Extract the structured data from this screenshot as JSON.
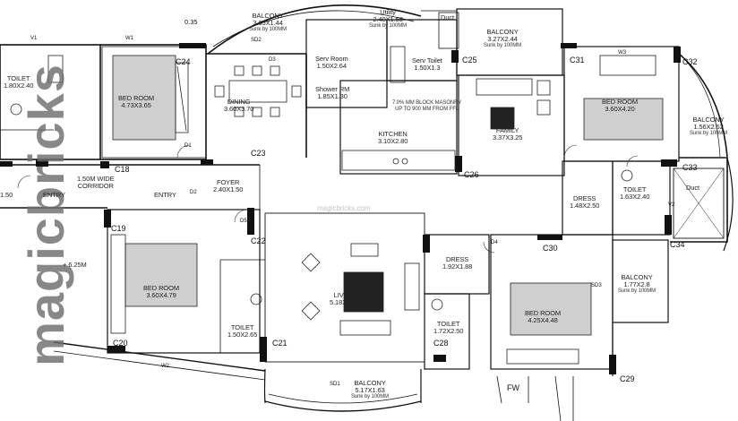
{
  "watermark": "magicbricks",
  "watermark_small": "magicbricks.com",
  "rooms": {
    "balcony_top": {
      "name": "BALCONY",
      "dim": "3.65X1.44",
      "note": "Sunk by 100MM"
    },
    "utility": {
      "name": "Utility",
      "dim": "2.40X1.58",
      "note": "Sunk by 100MM"
    },
    "duct_top": "Duct",
    "balcony_top_right": {
      "name": "BALCONY",
      "dim": "3.27X2.44",
      "note": "Sunk by 100MM"
    },
    "toilet1": {
      "name": "TOILET",
      "dim": "1.80X2.40"
    },
    "bedroom1": {
      "name": "BED ROOM",
      "dim": "4.73X3.65"
    },
    "dining": {
      "name": "DINING",
      "dim": "3.60X3.70"
    },
    "serv_room": {
      "name": "Serv Room",
      "dim": "1.50X2.64"
    },
    "serv_toilet": {
      "name": "Serv Toilet",
      "dim": "1.50X1.3"
    },
    "shower_rm": {
      "name": "Shower RM",
      "dim": "1.85X1.30"
    },
    "kitchen": {
      "name": "KITCHEN",
      "dim": "3.10X2.80"
    },
    "masonry_note": {
      "line1": "7.0% MM BLOCK MASONRY",
      "line2": "UP TO 900 MM FROM FFL"
    },
    "family": {
      "name": "FAMILY",
      "dim": "3.37X3.25"
    },
    "bedroom_tr": {
      "name": "BED ROOM",
      "dim": "3.60X4.20"
    },
    "balcony_right": {
      "name": "BALCONY",
      "dim": "1.56X2.62",
      "note": "Sunk by 100MM"
    },
    "corridor": {
      "name": "1.50M WIDE",
      "sub": "CORRIDOR"
    },
    "entry_left": "ENTRY",
    "entry_main": "ENTRY",
    "foyer": {
      "name": "FOYER",
      "dim": "2.40X1.50"
    },
    "left_dim": "1.50",
    "dress_top": {
      "name": "DRESS",
      "dim": "1.48X2.50"
    },
    "toilet_r": {
      "name": "TOILET",
      "dim": "1.63X2.40"
    },
    "duct_r": "Duct",
    "bedroom_l": {
      "name": "BED ROOM",
      "dim": "3.60X4.79"
    },
    "ac_tag": "+ 6.25M",
    "living": {
      "name": "LIVING",
      "dim": "5.18X4.20"
    },
    "dress_mid": {
      "name": "DRESS",
      "dim": "1.92X1.88"
    },
    "bedroom_br": {
      "name": "BED ROOM",
      "dim": "4.25X4.48"
    },
    "balcony_br": {
      "name": "BALCONY",
      "dim": "1.77X2.8",
      "note": "Sunk by 100MM"
    },
    "toilet_l": {
      "name": "TOILET",
      "dim": "1.50X2.65"
    },
    "toilet_m": {
      "name": "TOILET",
      "dim": "1.72X2.50"
    },
    "balcony_bottom": {
      "name": "BALCONY",
      "dim": "5.17X1.63",
      "note": "Sunk by 100MM"
    },
    "fw": "FW"
  },
  "column_labels": [
    "C24",
    "C25",
    "C31",
    "C32",
    "C18",
    "C23",
    "C26",
    "C33",
    "C19",
    "C22",
    "C30",
    "C34",
    "C20",
    "C21",
    "C28",
    "C29"
  ],
  "small_tags": [
    "0.35",
    "D1",
    "D2",
    "D3",
    "D4",
    "D5",
    "W1",
    "W2",
    "W3",
    "V1",
    "V2",
    "SD1",
    "SD2",
    "SD3"
  ]
}
